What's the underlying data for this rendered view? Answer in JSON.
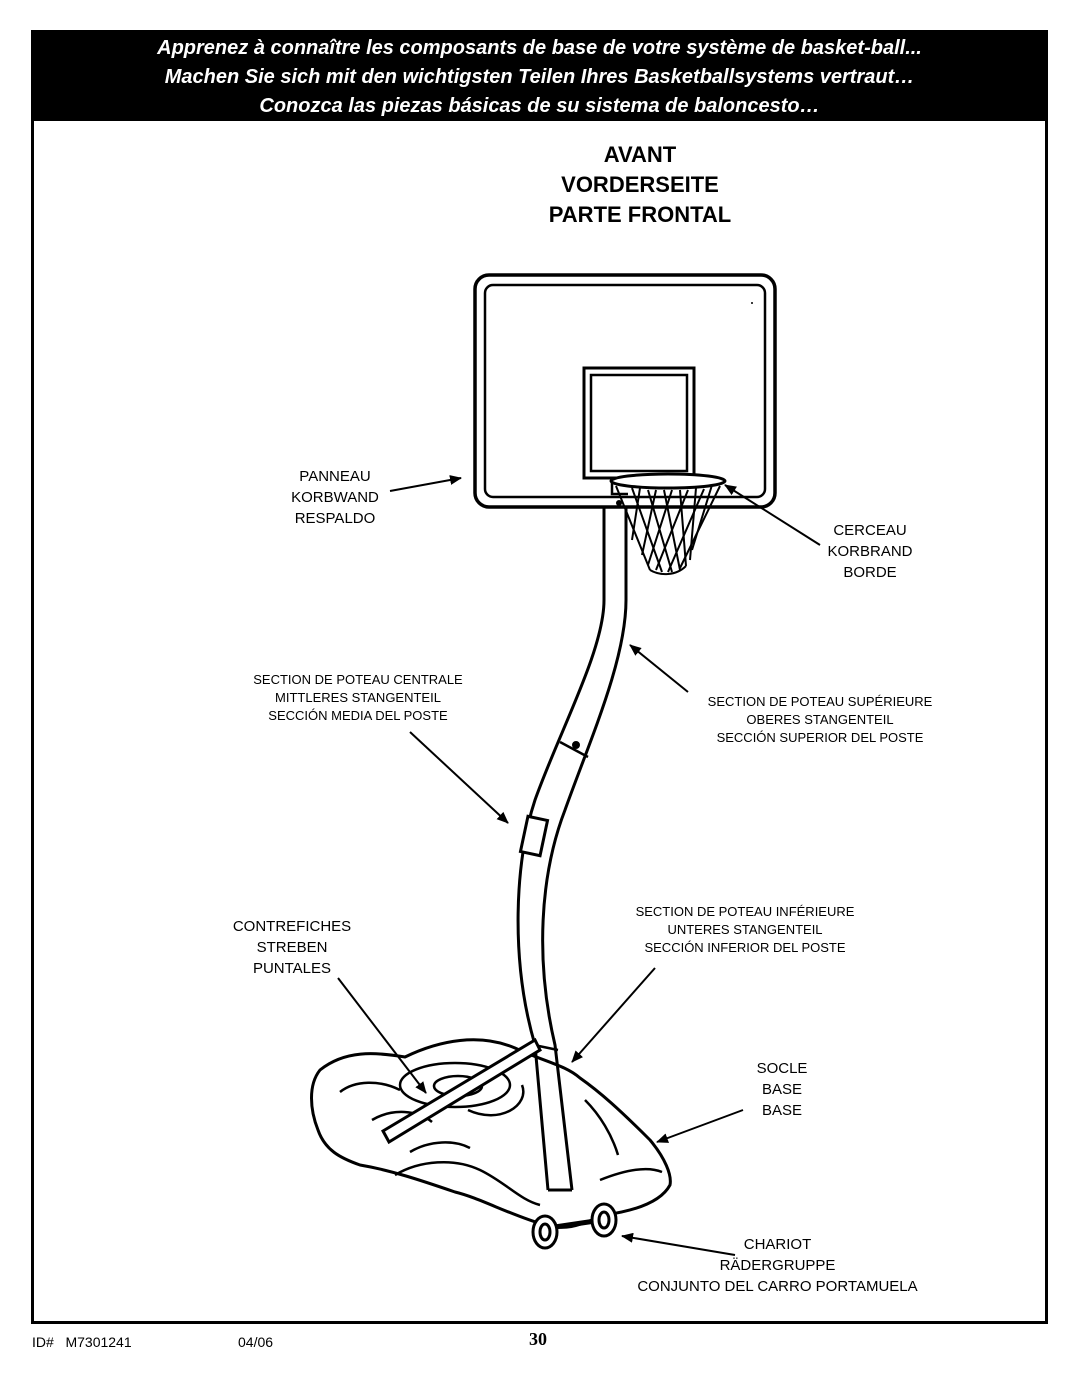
{
  "banner": {
    "line_fr": "Apprenez à connaître les composants de base de votre système de basket-ball...",
    "line_de": "Machen Sie sich mit den wichtigsten Teilen Ihres Basketballsystems vertraut…",
    "line_es": "Conozca las piezas básicas de su sistema de baloncesto…"
  },
  "heading": {
    "fr": "AVANT",
    "de": "VORDERSEITE",
    "es": "PARTE FRONTAL"
  },
  "labels": {
    "backboard": {
      "fr": "PANNEAU",
      "de": "KORBWAND",
      "es": "RESPALDO"
    },
    "rim": {
      "fr": "CERCEAU",
      "de": "KORBRAND",
      "es": "BORDE"
    },
    "middle_pole": {
      "fr": "SECTION DE POTEAU CENTRALE",
      "de": "MITTLERES STANGENTEIL",
      "es": "SECCIÓN MEDIA DEL POSTE"
    },
    "upper_pole": {
      "fr": "SECTION DE POTEAU SUPÉRIEURE",
      "de": "OBERES STANGENTEIL",
      "es": "SECCIÓN SUPERIOR DEL POSTE"
    },
    "lower_pole": {
      "fr": "SECTION DE POTEAU INFÉRIEURE",
      "de": "UNTERES STANGENTEIL",
      "es": "SECCIÓN INFERIOR DEL POSTE"
    },
    "braces": {
      "fr": "CONTREFICHES",
      "de": "STREBEN",
      "es": "PUNTALES"
    },
    "base": {
      "fr": "SOCLE",
      "de": "BASE",
      "es": "BASE"
    },
    "wheels": {
      "fr": "CHARIOT",
      "de": "RÄDERGRUPPE",
      "es": "CONJUNTO DEL CARRO PORTAMUELA"
    }
  },
  "footer": {
    "id_label": "ID#",
    "id_value": "M7301241",
    "date": "04/06",
    "page_number": "30"
  }
}
